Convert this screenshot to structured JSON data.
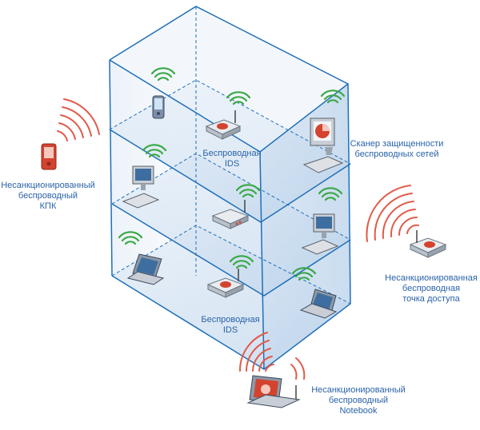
{
  "labels": {
    "rogue_pda": [
      "Несанкционированный",
      "беспроводный",
      "КПК"
    ],
    "ids_upper": [
      "Беспроводная",
      "IDS"
    ],
    "scanner": [
      "Сканер защищенности",
      "беспроводных сетей"
    ],
    "rogue_ap": [
      "Несанкционированная",
      "беспроводная",
      "точка доступа"
    ],
    "ids_lower": [
      "Беспроводная",
      "IDS"
    ],
    "rogue_notebook": [
      "Несанкционированный",
      "беспроводный",
      "Notebook"
    ]
  },
  "colors": {
    "label_text": "#2a63a8",
    "building_edge": "#1f6fb8",
    "floor_fill": "#cfe0f1",
    "green_signal": "#39a845",
    "red_signal": "#e25a4a",
    "device_red": "#d4432f"
  },
  "icons": {
    "pda": "pda-icon",
    "ids": "ids-sensor-icon",
    "workstation": "workstation-icon",
    "laptop": "laptop-icon",
    "access_point": "access-point-icon",
    "scanner": "scanner-monitor-icon"
  }
}
